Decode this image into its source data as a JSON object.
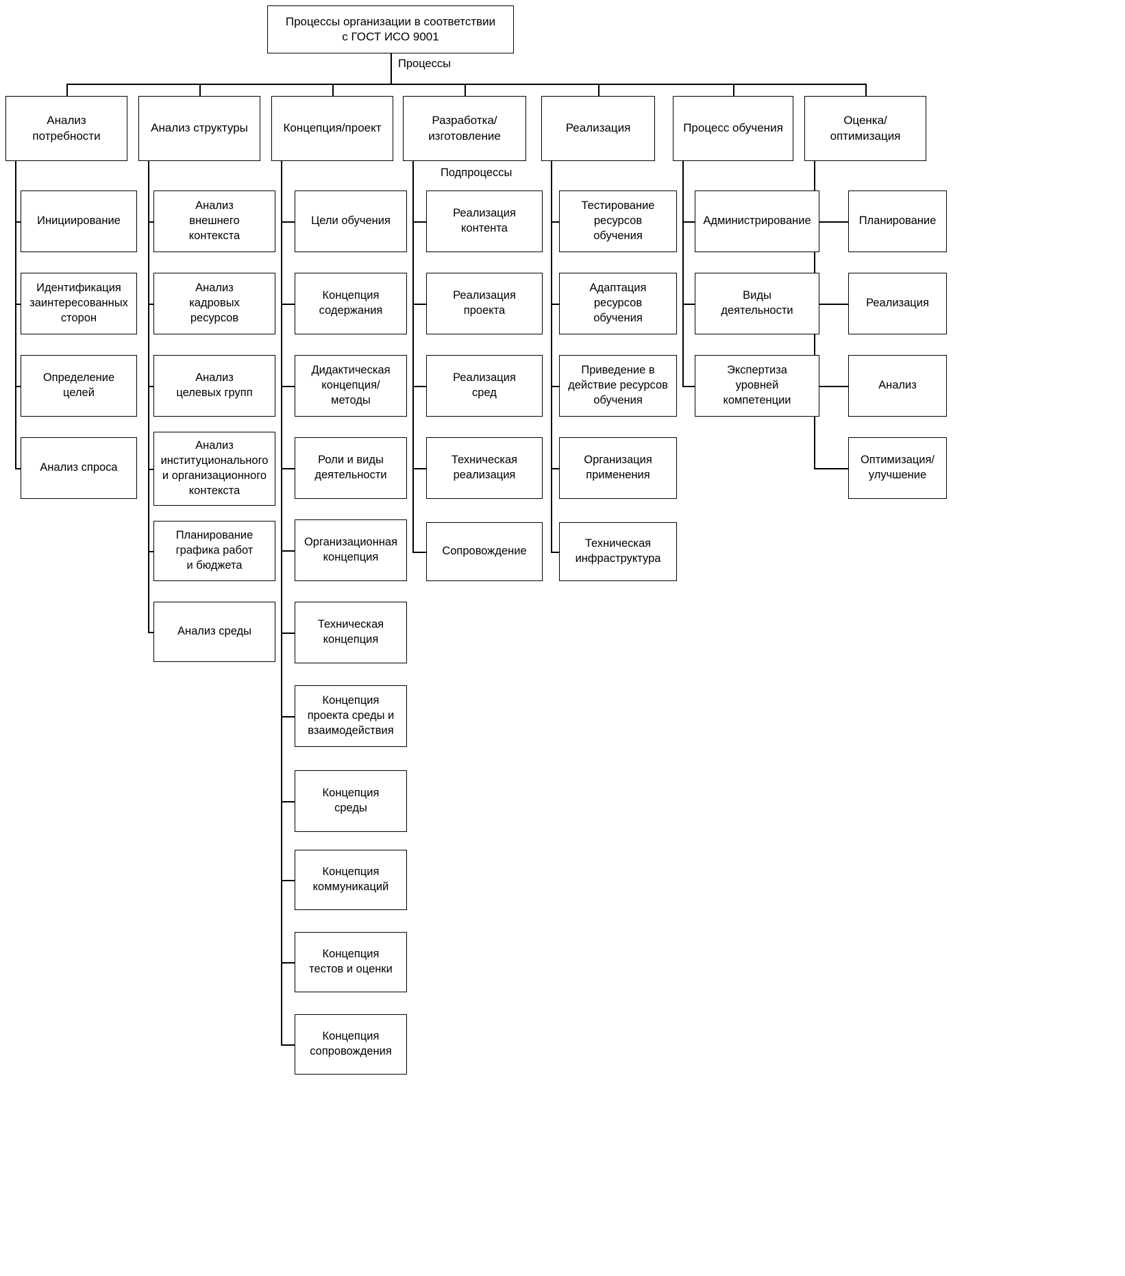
{
  "diagram": {
    "title": "Процессы организации в соответствии\nс ГОСТ ИСО 9001",
    "edge_labels": {
      "processes": "Процессы",
      "subprocesses": "Подпроцессы"
    },
    "columns": [
      {
        "id": "analiz-potrebnosti",
        "header": "Анализ\nпотребности",
        "items": [
          "Инициирование",
          "Идентификация\nзаинтересованных\nсторон",
          "Определение\nцелей",
          "Анализ спроса"
        ]
      },
      {
        "id": "analiz-struktury",
        "header": "Анализ структуры",
        "items": [
          "Анализ\nвнешнего\nконтекста",
          "Анализ\nкадровых\nресурсов",
          "Анализ\nцелевых групп",
          "Анализ\nинституционального\nи организационного\nконтекста",
          "Планирование\nграфика работ\nи бюджета",
          "Анализ среды"
        ]
      },
      {
        "id": "koncepciya-proekt",
        "header": "Концепция/проект",
        "items": [
          "Цели обучения",
          "Концепция\nсодержания",
          "Дидактическая\nконцепция/\nметоды",
          "Роли и виды\nдеятельности",
          "Организационная\nконцепция",
          "Техническая\nконцепция",
          "Концепция\nпроекта среды и\nвзаимодействия",
          "Концепция\nсреды",
          "Концепция\nкоммуникаций",
          "Концепция\nтестов и оценки",
          "Концепция\nсопровождения"
        ]
      },
      {
        "id": "razrabotka-izgotovlenie",
        "header": "Разработка/\nизготовление",
        "items": [
          "Реализация\nконтента",
          "Реализация\nпроекта",
          "Реализация\nсред",
          "Техническая\nреализация",
          "Сопровождение"
        ]
      },
      {
        "id": "realizaciya",
        "header": "Реализация",
        "items": [
          "Тестирование\nресурсов\nобучения",
          "Адаптация\nресурсов\nобучения",
          "Приведение в\nдействие ресурсов\nобучения",
          "Организация\nприменения",
          "Техническая\nинфраструктура"
        ]
      },
      {
        "id": "process-obucheniya",
        "header": "Процесс обучения",
        "items": [
          "Администрирование",
          "Виды\nдеятельности",
          "Экспертиза\nуровней\nкомпетенции"
        ]
      },
      {
        "id": "ocenka-optimizaciya",
        "header": "Оценка/\nоптимизация",
        "items": [
          "Планирование",
          "Реализация",
          "Анализ",
          "Оптимизация/\nулучшение"
        ]
      }
    ]
  }
}
